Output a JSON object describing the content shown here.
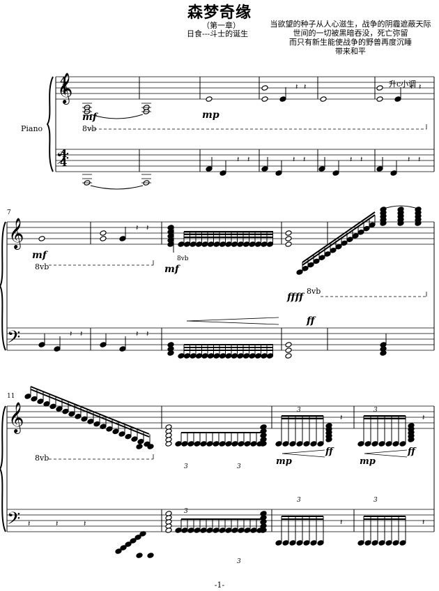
{
  "score": {
    "title": "森梦奇缘",
    "subtitle_chapter": "（第一章）",
    "subtitle_name": "日食---斗士的诞生",
    "poem_lines": [
      "当欲望的种子从人心滋生，战争的阴霾遮蔽天际",
      "世间的一切被黑暗吞没，死亡弥留",
      "而只有新生能使战争的野兽再度沉睡",
      "带来和平"
    ],
    "key_signature": "升c小调",
    "instrument": "Piano",
    "time_signature_top": "4",
    "time_signature_bottom": "4",
    "measure_numbers": [
      "7",
      "11"
    ],
    "ottava_label": "8vb",
    "tuplet_label": "3",
    "dynamics": {
      "mf": "mf",
      "mp": "mp",
      "ff": "ff",
      "ffff": "ffff"
    },
    "page_number": "-1-"
  },
  "colors": {
    "ink": "#000000",
    "paper": "#ffffff"
  }
}
